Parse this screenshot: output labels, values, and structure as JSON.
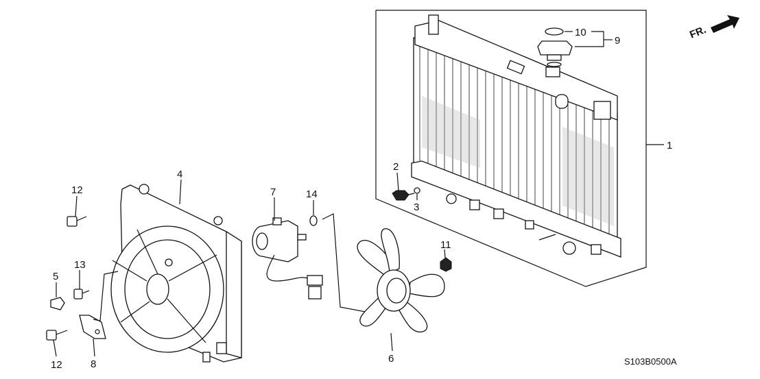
{
  "direction_label": "FR.",
  "diagram_code": "S103B0500A",
  "callouts": {
    "radiator": "1",
    "drain_plug": "2",
    "o_ring": "3",
    "fan_shroud": "4",
    "clip_nut": "5",
    "cooling_fan": "6",
    "fan_motor": "7",
    "bracket": "8",
    "radiator_cap": "9",
    "cap_seal": "10",
    "flange_nut": "11",
    "bolt_top": "12",
    "bolt_bottom": "12",
    "bolt_mid": "13",
    "washer": "14"
  }
}
